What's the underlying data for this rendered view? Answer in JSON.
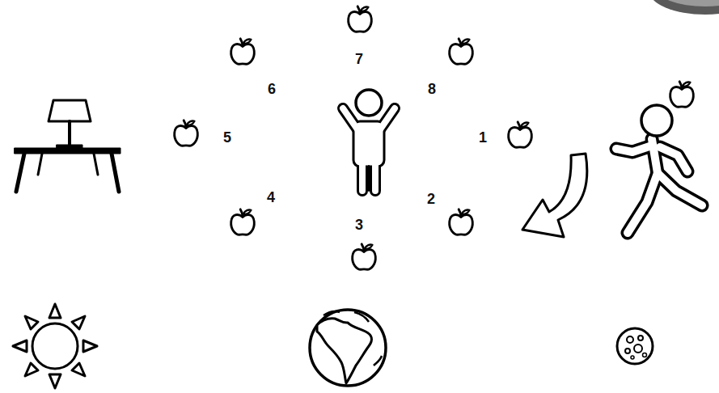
{
  "diagram": {
    "labels": [
      "7",
      "6",
      "8",
      "5",
      "1",
      "4",
      "2",
      "3"
    ]
  }
}
